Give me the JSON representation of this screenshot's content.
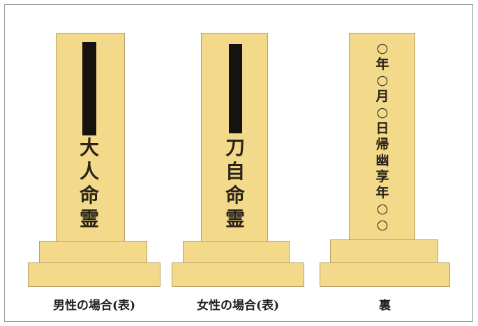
{
  "colors": {
    "stone": "#f3d98a",
    "stone_edge": "#b8a06a",
    "plate": "#151210",
    "ink": "#2a2418"
  },
  "monuments": [
    {
      "id": "male",
      "inscription": "大人命霊",
      "caption": "男性の場合(表)"
    },
    {
      "id": "female",
      "inscription": "刀自命霊",
      "caption": "女性の場合(表)"
    },
    {
      "id": "back",
      "inscription": "○年○月○日帰幽享年○○",
      "caption": "裏"
    }
  ]
}
